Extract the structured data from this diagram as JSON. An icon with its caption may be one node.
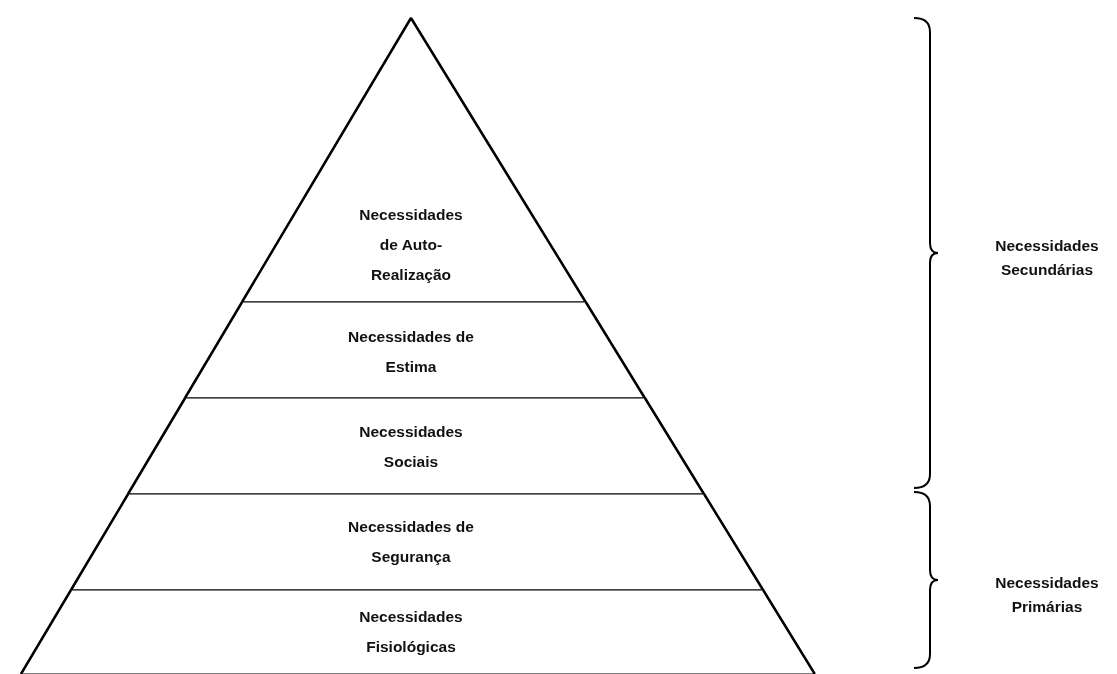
{
  "diagram": {
    "nodes": [
      {
        "text": [
          "Necessidades de Auto-Realização"
        ]
      },
      {
        "text": [
          "Necessidades de Estima"
        ]
      },
      {
        "text": [
          "Necessidades Sociais"
        ]
      },
      {
        "text": [
          "Necessidades de Segurança"
        ]
      },
      {
        "text": [
          "Necessidades Fisiológicas"
        ]
      }
    ],
    "edges": [],
    "labels": [
      "Necessidades Secundárias",
      "Necessidades Primárias"
    ]
  }
}
